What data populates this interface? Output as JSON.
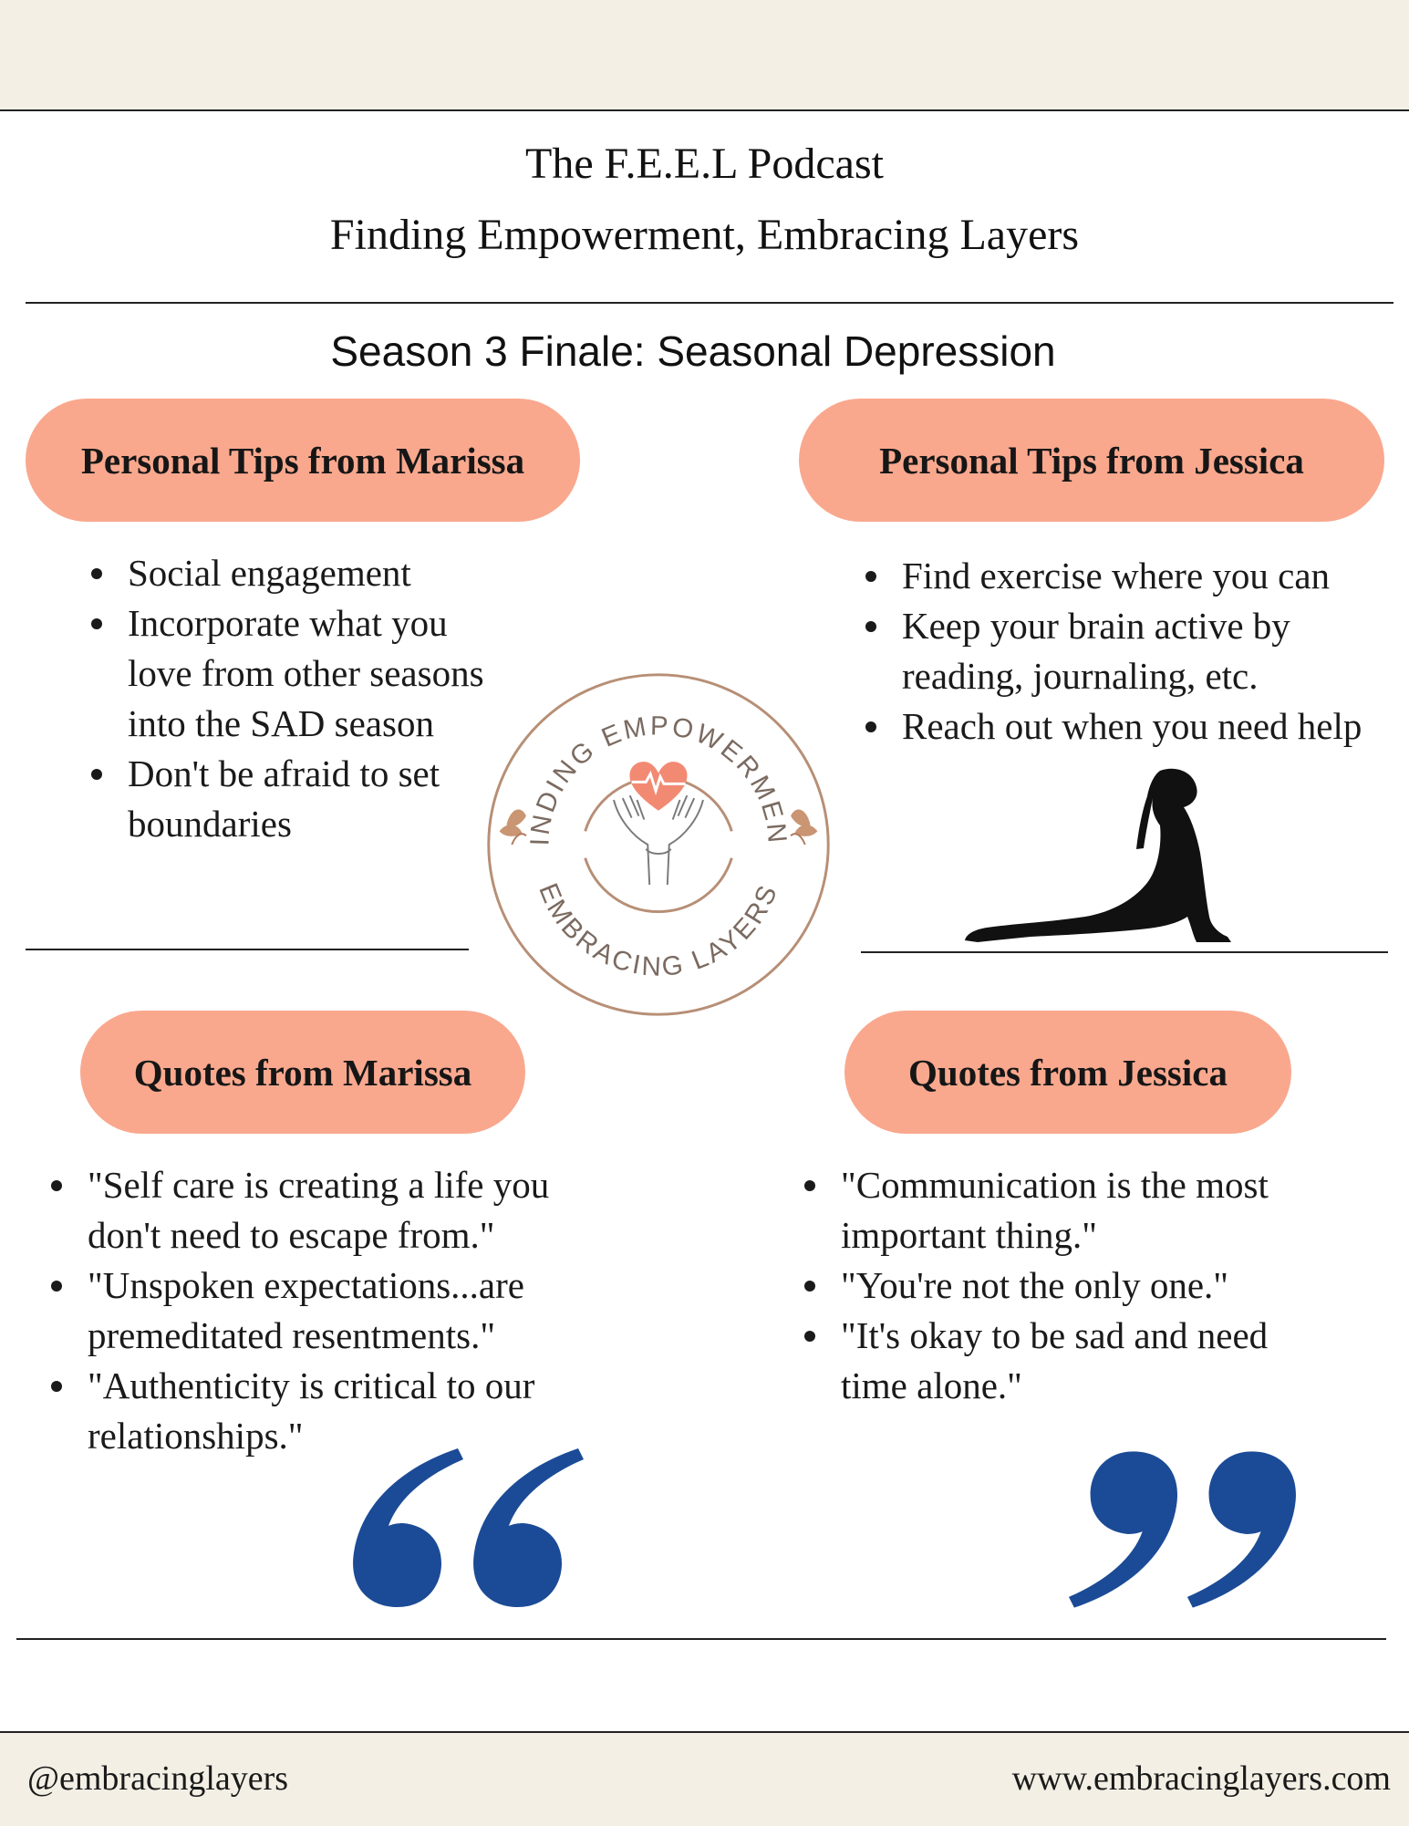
{
  "header": {
    "podcast_title": "The F.E.E.L Podcast",
    "podcast_subtitle": "Finding Empowerment, Embracing Layers",
    "episode_title": "Season 3 Finale: Seasonal Depression"
  },
  "tips_marissa": {
    "heading": "Personal Tips from Marissa",
    "items": [
      "Social engagement",
      "Incorporate what you love from other seasons into the SAD season",
      "Don't be afraid to set boundaries"
    ]
  },
  "tips_jessica": {
    "heading": "Personal Tips from Jessica",
    "items": [
      "Find exercise where you can",
      "Keep your brain active by reading, journaling, etc.",
      "Reach out when you need help"
    ]
  },
  "logo": {
    "top_text": "FINDING EMPOWERMENT",
    "bottom_text": "EMBRACING LAYERS",
    "icon": "heart-hands-icon"
  },
  "quotes_marissa": {
    "heading": "Quotes from Marissa",
    "items": [
      "\"Self care is creating a life you don't need to escape from.\"",
      "\"Unspoken expectations...are premeditated resentments.\"",
      "\"Authenticity is critical to our relationships.\""
    ]
  },
  "quotes_jessica": {
    "heading": "Quotes from Jessica",
    "items": [
      "\"Communication is the most important thing.\"",
      "\"You're not the only one.\"",
      "\"It's okay to be sad and need time alone.\""
    ]
  },
  "footer": {
    "handle": "@embracinglayers",
    "website": "www.embracinglayers.com"
  },
  "colors": {
    "pill": "#f9a88e",
    "band": "#f3efe4",
    "quote_mark": "#1b4b96",
    "logo_ring": "#b78f76"
  }
}
